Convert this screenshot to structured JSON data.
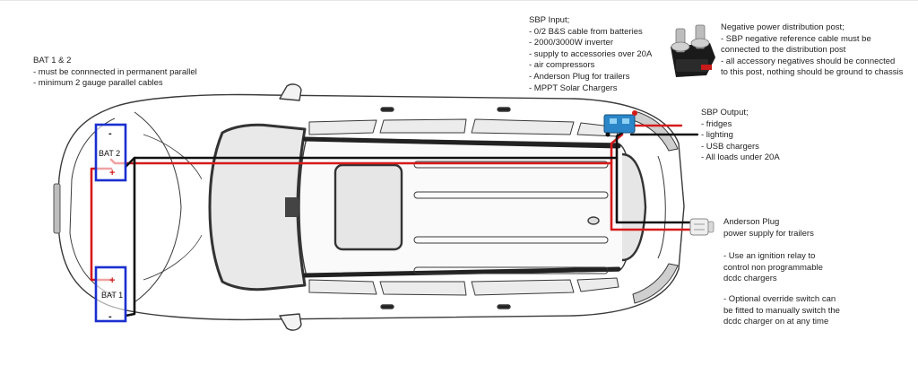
{
  "notes": {
    "bat": [
      "BAT 1 & 2",
      "- must be connnected in permanent parallel",
      "- minimum 2 gauge parallel cables"
    ],
    "sbp_input": [
      "SBP Input;",
      "- 0/2 B&S cable from batteries",
      "- 2000/3000W inverter",
      "- supply to accessories over 20A",
      "- air compressors",
      "- Anderson Plug for trailers",
      "- MPPT Solar Chargers"
    ],
    "negative_post": [
      "Negative power distribution post;",
      "- SBP negative reference cable must be",
      "connected to the distribution post",
      "- all accessory negatives should be connected",
      "to this post, nothing should be ground to chassis"
    ],
    "sbp_output": [
      "SBP Output;",
      "- fridges",
      "- lighting",
      "- USB chargers",
      "- All loads under 20A"
    ],
    "anderson": [
      "Anderson Plug",
      "power supply for trailers"
    ],
    "relay": [
      "- Use an ignition relay to",
      "control non programmable",
      "dcdc chargers"
    ],
    "override": [
      "- Optional override switch can",
      "be fitted to manually switch the",
      "dcdc charger on at any time"
    ]
  },
  "batteries": {
    "bat1": {
      "label": "BAT 1",
      "plus": "+",
      "minus": "-"
    },
    "bat2": {
      "label": "BAT 2",
      "plus": "+",
      "minus": "-"
    }
  },
  "colors": {
    "positive_cable": "#d61a1a",
    "negative_cable": "#111111",
    "battery_box": "#1a2fd0",
    "sbp_unit": "#2a86c9",
    "car_outline": "#3a3a3a",
    "car_glass": "#e9e9e9"
  }
}
